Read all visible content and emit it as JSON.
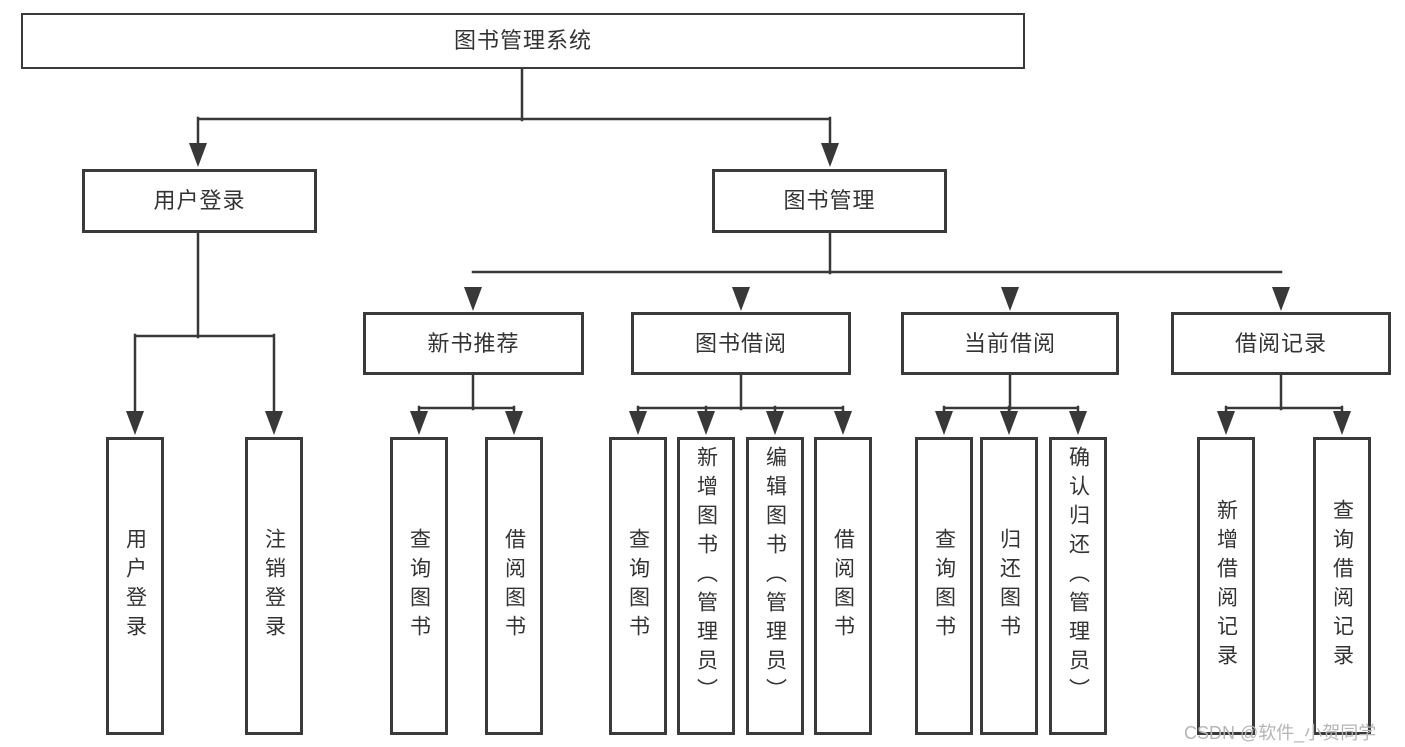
{
  "tree": {
    "root": {
      "label": "图书管理系统"
    },
    "children": [
      {
        "label": "用户登录",
        "leaves": [
          {
            "label": "用户登录"
          },
          {
            "label": "注销登录"
          }
        ]
      },
      {
        "label": "图书管理",
        "children": [
          {
            "label": "新书推荐",
            "leaves": [
              {
                "label": "查询图书"
              },
              {
                "label": "借阅图书"
              }
            ]
          },
          {
            "label": "图书借阅",
            "leaves": [
              {
                "label": "查询图书"
              },
              {
                "label": "新增图书（管理员）"
              },
              {
                "label": "编辑图书（管理员）"
              },
              {
                "label": "借阅图书"
              }
            ]
          },
          {
            "label": "当前借阅",
            "leaves": [
              {
                "label": "查询图书"
              },
              {
                "label": "归还图书"
              },
              {
                "label": "确认归还（管理员）"
              }
            ]
          },
          {
            "label": "借阅记录",
            "leaves": [
              {
                "label": "新增借阅记录"
              },
              {
                "label": "查询借阅记录"
              }
            ]
          }
        ]
      }
    ]
  },
  "watermark": {
    "label": "CSDN @软件_小贺同学"
  },
  "colors": {
    "line": "#383838",
    "border": "#3a3a3a",
    "text": "#333333",
    "watermark": "#b5b5b5",
    "background": "#ffffff"
  }
}
